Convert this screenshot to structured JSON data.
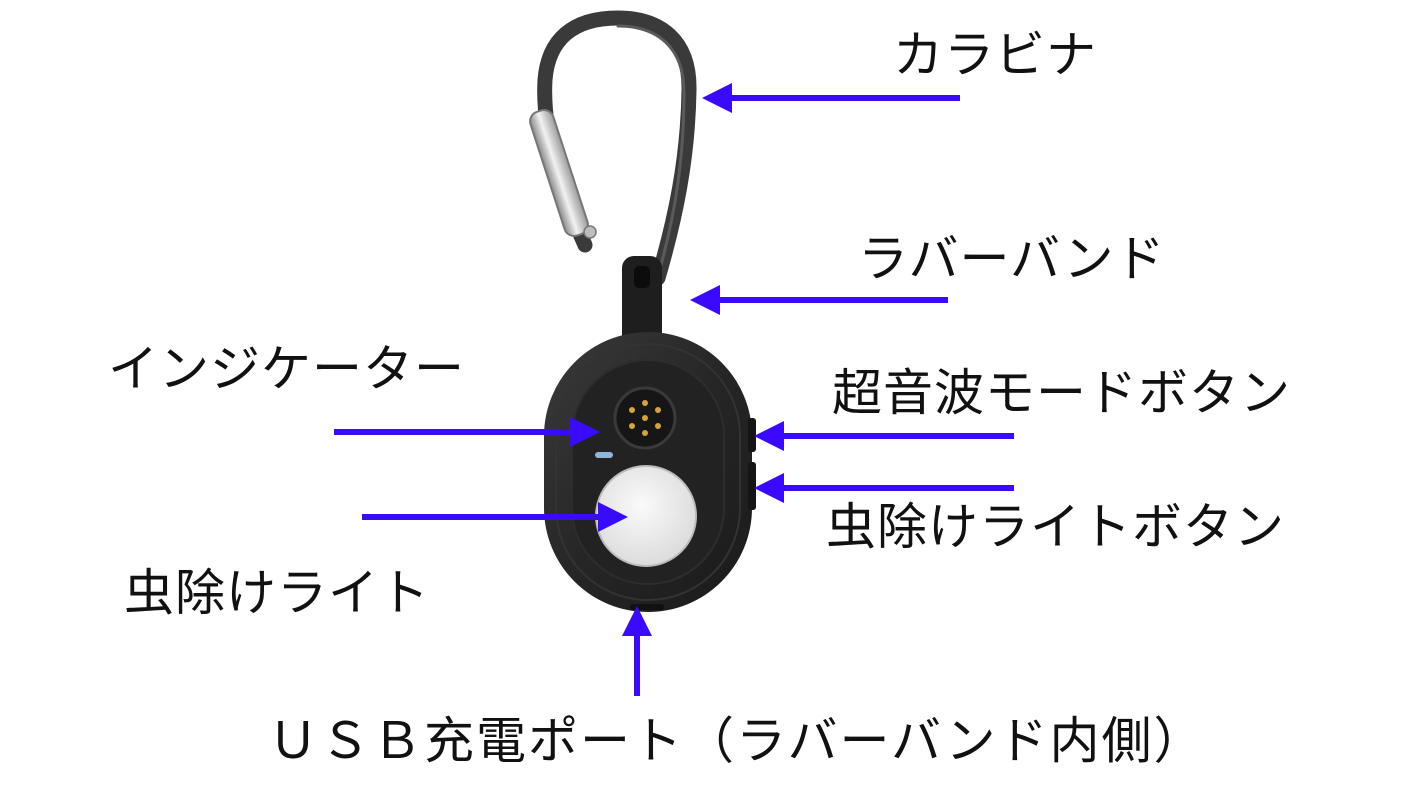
{
  "colors": {
    "arrow": "#3a0aff",
    "label_text": "#111111",
    "device_body": "#262626",
    "light_lens": "#eeeeee"
  },
  "labels": {
    "carabiner": "カラビナ",
    "rubber_band": "ラバーバンド",
    "indicator": "インジケーター",
    "ultrasonic_button": "超音波モードボタン",
    "light_button": "虫除けライトボタン",
    "insect_light": "虫除けライト",
    "usb_port": "ＵＳＢ充電ポート（ラバーバンド内側）"
  }
}
